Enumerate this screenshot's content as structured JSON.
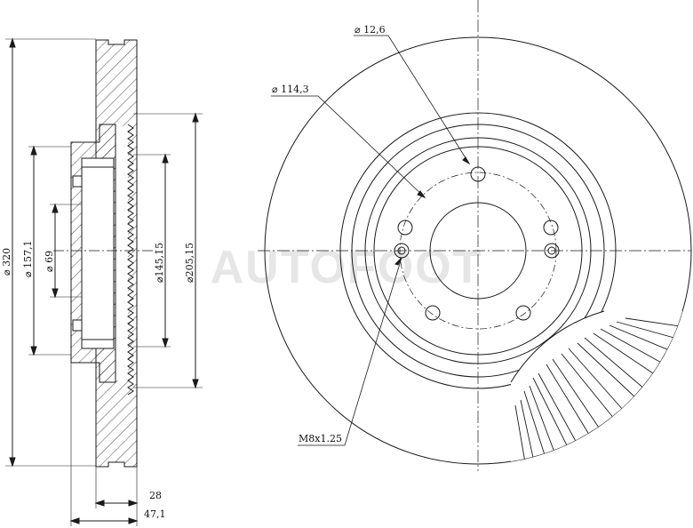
{
  "watermark": "AUTOFOOT",
  "side_view": {
    "dims": {
      "d320": "⌀ 320",
      "d157": "⌀ 157,1",
      "d69": "⌀ 69",
      "d145": "⌀145,15",
      "d205": "⌀205,15",
      "w28": "28",
      "w47": "47,1"
    }
  },
  "front_view": {
    "callouts": {
      "d126": "⌀ 12,6",
      "d1143": "⌀ 114,3",
      "m8": "M8x1.25"
    }
  },
  "colors": {
    "line": "#1a1a1a",
    "watermark": "#e6e6e6"
  }
}
